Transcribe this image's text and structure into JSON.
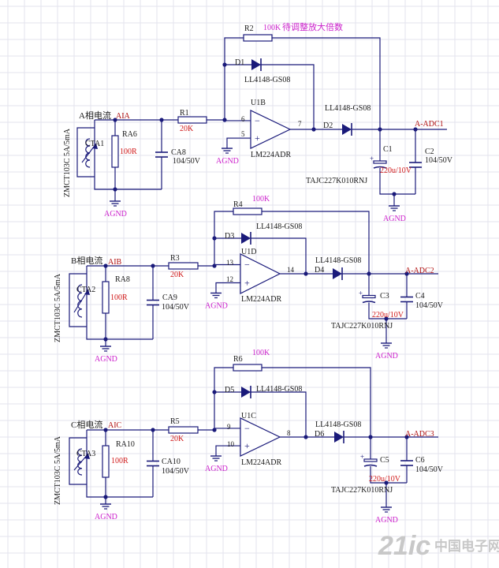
{
  "colors": {
    "grid": "#e3e3ee",
    "wire": "#1a1a7a",
    "label": "#1a1a1a",
    "value": "#d01818",
    "pink": "#cc22cc",
    "net": "#b01010",
    "watermark": "#c8c8c8"
  },
  "stages": [
    {
      "phase": "A相电流",
      "in_net": "AIA",
      "ct": "CTA1",
      "ct_type": "ZMCT103C 5A/5mA",
      "r_load": "RA6",
      "r_load_val": "100R",
      "c_in": "CA8",
      "c_in_val": "104/50V",
      "r_in": "R1",
      "r_in_val": "20K",
      "r_fb": "R2",
      "r_fb_val": "100K",
      "fb_note": "待调整放大倍数",
      "d_fb": "D1",
      "d_fb_part": "LL4148-GS08",
      "opamp": "U1B",
      "opamp_part": "LM224ADR",
      "pin_neg": "6",
      "pin_pos": "5",
      "pin_out": "7",
      "d_out": "D2",
      "d_out_part": "LL4148-GS08",
      "c_tant": "C1",
      "c_tant_val": "220u/10V",
      "c_tant_part": "TAJC227K010RNJ",
      "c_cer": "C2",
      "c_cer_val": "104/50V",
      "out_net": "A-ADC1",
      "gnd": "AGND"
    },
    {
      "phase": "B相电流",
      "in_net": "AIB",
      "ct": "CTA2",
      "ct_type": "ZMCT103C 5A/5mA",
      "r_load": "RA8",
      "r_load_val": "100R",
      "c_in": "CA9",
      "c_in_val": "104/50V",
      "r_in": "R3",
      "r_in_val": "20K",
      "r_fb": "R4",
      "r_fb_val": "100K",
      "fb_note": "",
      "d_fb": "D3",
      "d_fb_part": "LL4148-GS08",
      "opamp": "U1D",
      "opamp_part": "LM224ADR",
      "pin_neg": "13",
      "pin_pos": "12",
      "pin_out": "14",
      "d_out": "D4",
      "d_out_part": "LL4148-GS08",
      "c_tant": "C3",
      "c_tant_val": "220u/10V",
      "c_tant_part": "TAJC227K010RNJ",
      "c_cer": "C4",
      "c_cer_val": "104/50V",
      "out_net": "A-ADC2",
      "gnd": "AGND"
    },
    {
      "phase": "C相电流",
      "in_net": "AIC",
      "ct": "CTA3",
      "ct_type": "ZMCT103C 5A/5mA",
      "r_load": "RA10",
      "r_load_val": "100R",
      "c_in": "CA10",
      "c_in_val": "104/50V",
      "r_in": "R5",
      "r_in_val": "20K",
      "r_fb": "R6",
      "r_fb_val": "100K",
      "fb_note": "",
      "d_fb": "D5",
      "d_fb_part": "LL4148-GS08",
      "opamp": "U1C",
      "opamp_part": "LM224ADR",
      "pin_neg": "9",
      "pin_pos": "10",
      "pin_out": "8",
      "d_out": "D6",
      "d_out_part": "LL4148-GS08",
      "c_tant": "C5",
      "c_tant_val": "220u/10V",
      "c_tant_part": "TAJC227K010RNJ",
      "c_cer": "C6",
      "c_cer_val": "104/50V",
      "out_net": "A-ADC3",
      "gnd": "AGND"
    }
  ],
  "watermark": {
    "logo": "21ic",
    "text": "中国电子网"
  }
}
